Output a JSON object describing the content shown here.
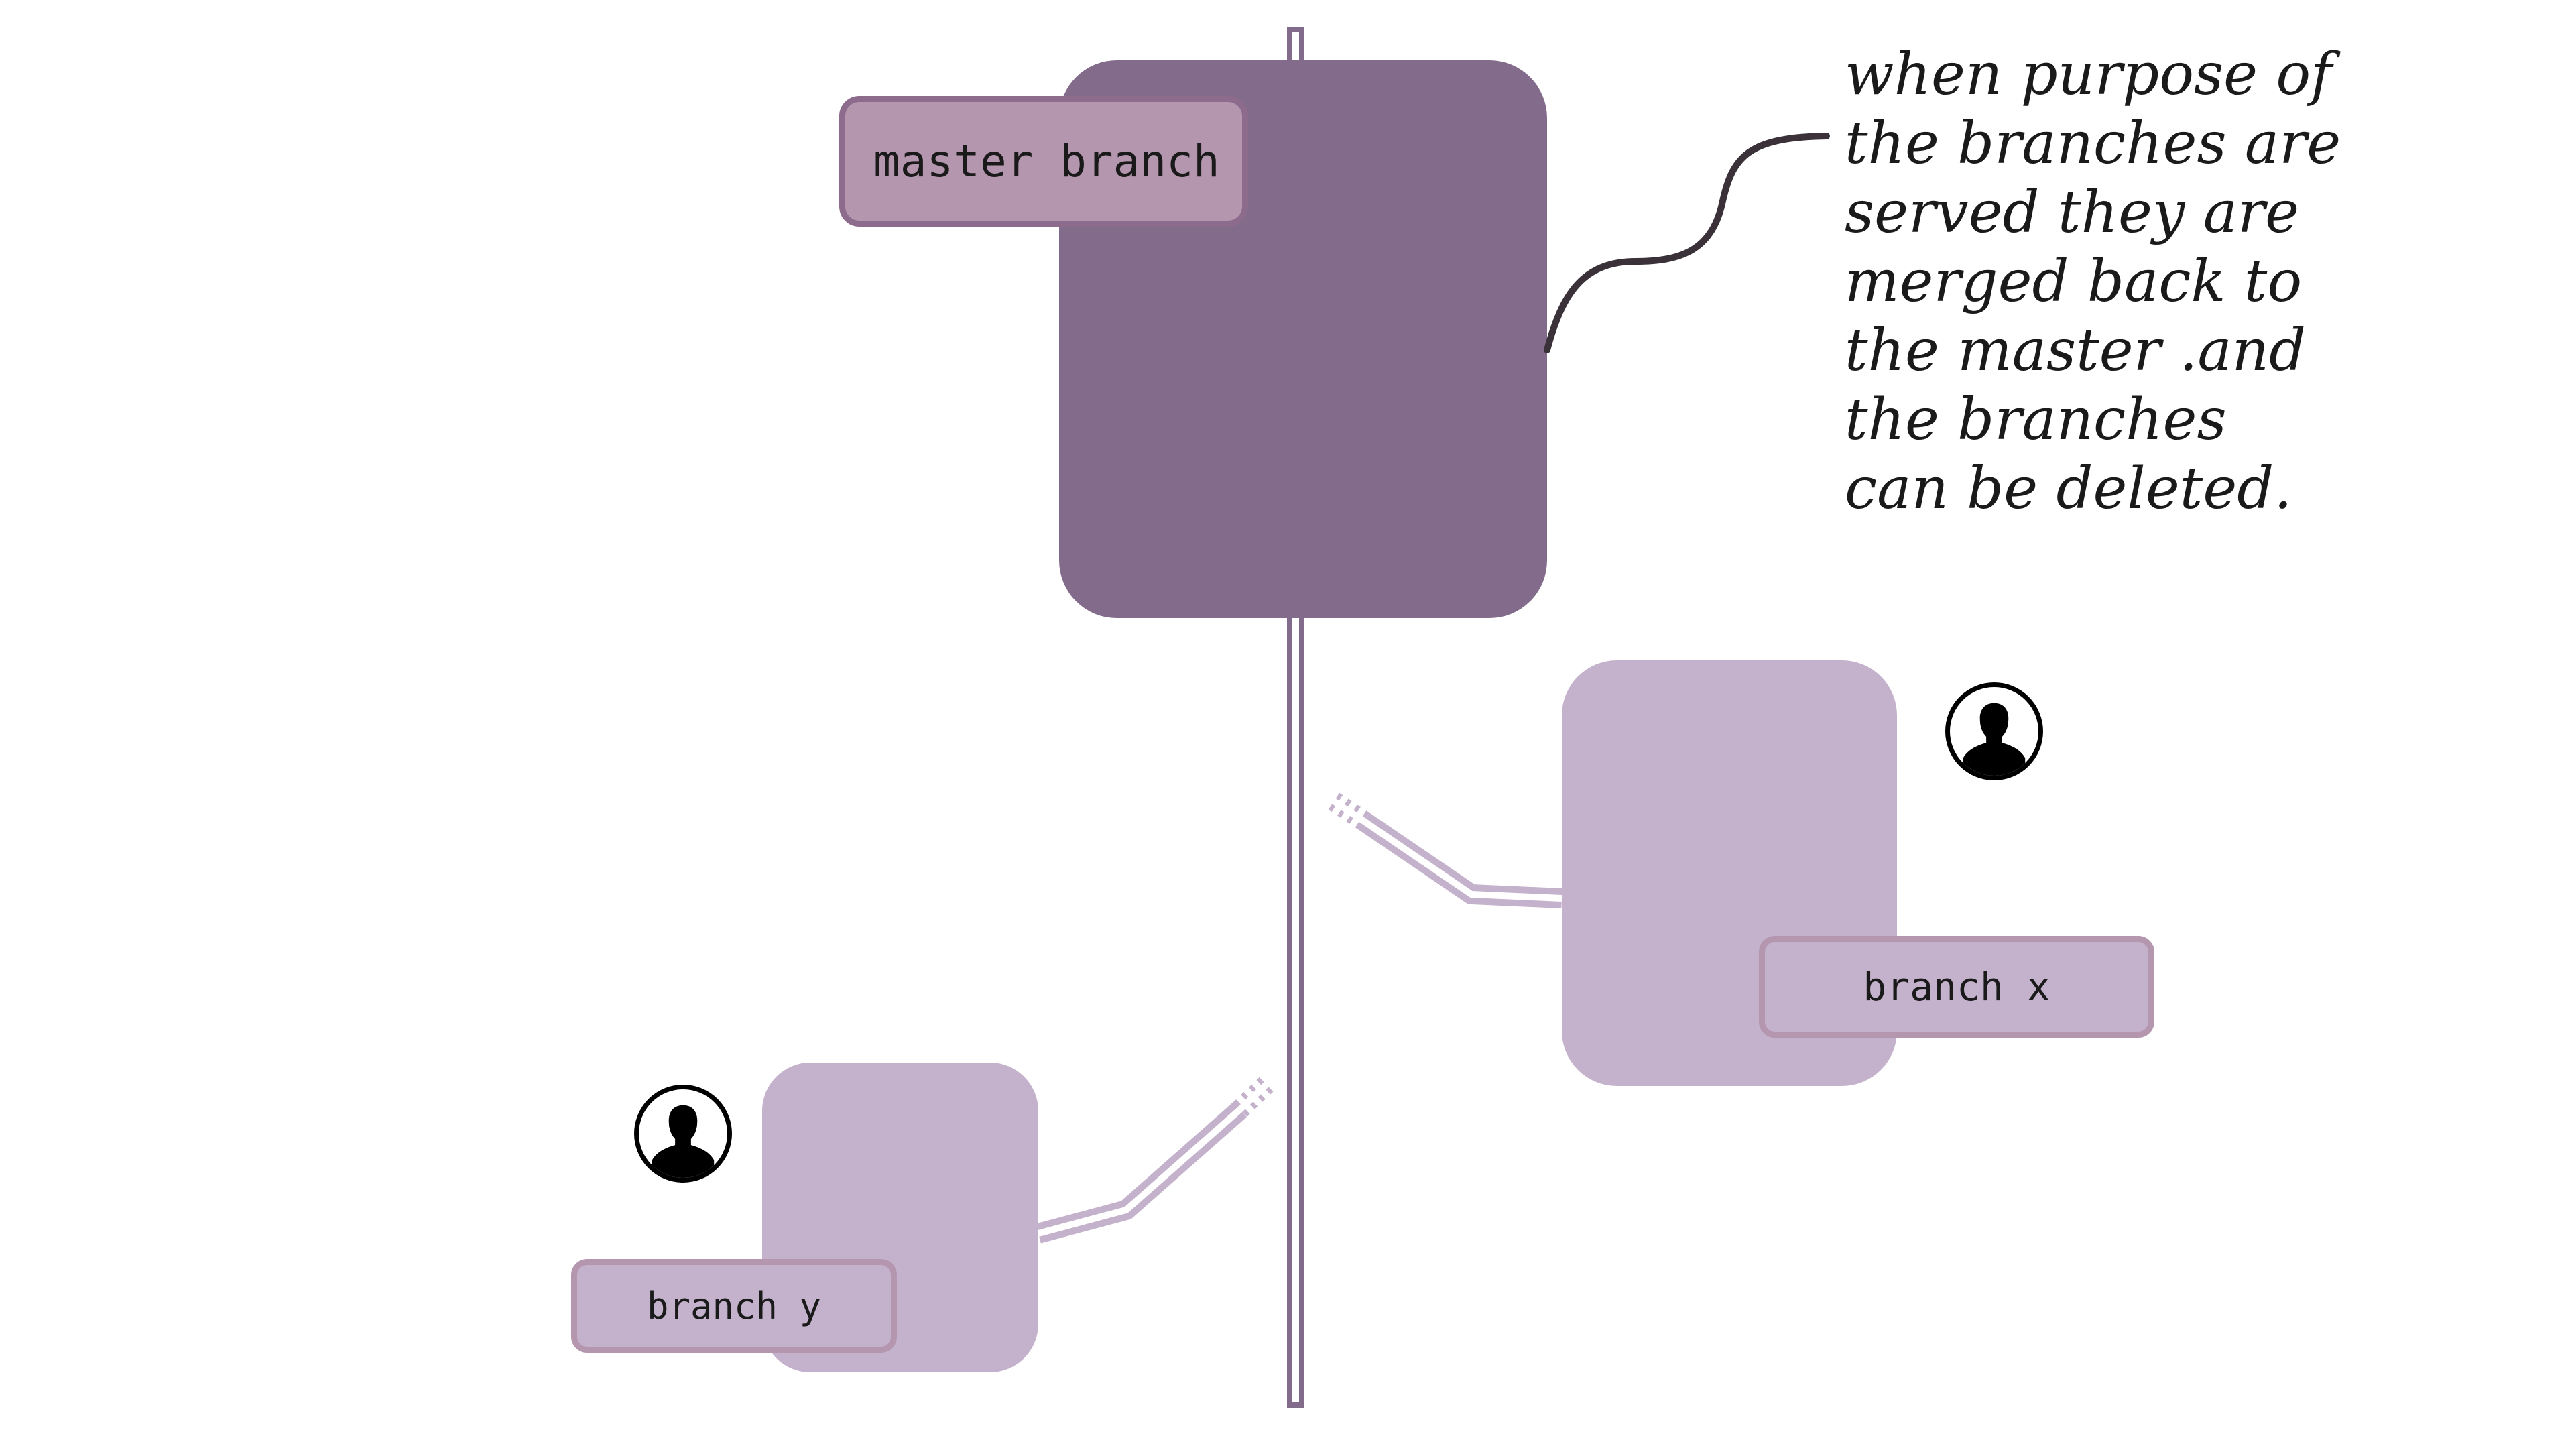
{
  "diagram": {
    "master": {
      "label": "master branch",
      "color": "#836c8b",
      "label_color": "#b596af"
    },
    "branches": [
      {
        "id": "x",
        "label": "branch x",
        "color": "#c4b1cb",
        "owner_icon": "user-avatar-icon"
      },
      {
        "id": "y",
        "label": "branch y",
        "color": "#c4b1cb",
        "owner_icon": "user-avatar-icon"
      }
    ],
    "note": {
      "text": "when purpose of\nthe branches are\nserved they are\nmerged back to\nthe master .and\nthe branches\ncan be deleted."
    }
  }
}
